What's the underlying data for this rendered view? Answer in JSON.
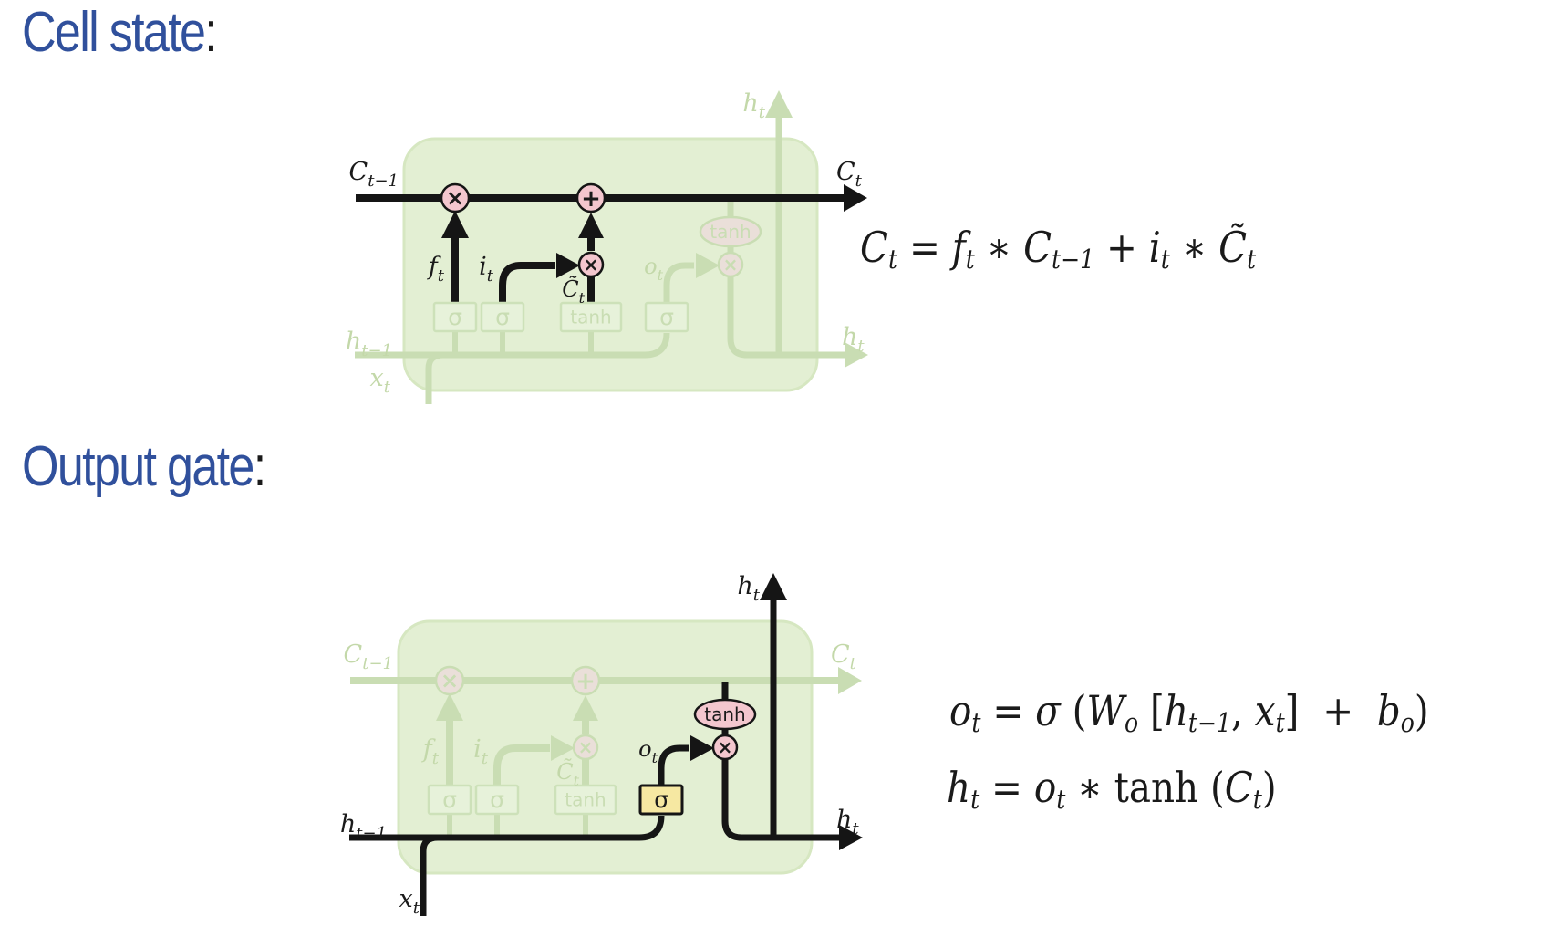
{
  "slide": {
    "sections": {
      "cell_state": {
        "heading_text": "Cell state",
        "heading_colon": ":",
        "equation": [
          {
            "t": "C",
            "sub": "t",
            "s": "it"
          },
          {
            "t": " = ",
            "s": "up"
          },
          {
            "t": "f",
            "sub": "t",
            "s": "it"
          },
          {
            "t": " ∗ ",
            "s": "up"
          },
          {
            "t": "C",
            "sub": "t−1",
            "s": "it"
          },
          {
            "t": " + ",
            "s": "up"
          },
          {
            "t": "i",
            "sub": "t",
            "s": "it"
          },
          {
            "t": " ∗ ",
            "s": "up"
          },
          {
            "t": "C̃",
            "sub": "t",
            "s": "it"
          }
        ]
      },
      "output_gate": {
        "heading_text": "Output gate",
        "heading_colon": ":",
        "equation_1": [
          {
            "t": "o",
            "sub": "t",
            "s": "it"
          },
          {
            "t": " = ",
            "s": "up"
          },
          {
            "t": "σ",
            "s": "it"
          },
          {
            "t": " (",
            "s": "up"
          },
          {
            "t": "W",
            "sub": "o",
            "s": "it"
          },
          {
            "t": " [",
            "s": "up"
          },
          {
            "t": "h",
            "sub": "t−1",
            "s": "it"
          },
          {
            "t": ", ",
            "s": "up"
          },
          {
            "t": "x",
            "sub": "t",
            "s": "it"
          },
          {
            "t": "]  +  ",
            "s": "up"
          },
          {
            "t": "b",
            "sub": "o",
            "s": "it"
          },
          {
            "t": ")",
            "s": "up"
          }
        ],
        "equation_2": [
          {
            "t": "h",
            "sub": "t",
            "s": "it"
          },
          {
            "t": " = ",
            "s": "up"
          },
          {
            "t": "o",
            "sub": "t",
            "s": "it"
          },
          {
            "t": " ∗ ",
            "s": "up"
          },
          {
            "t": "tanh",
            "s": "up"
          },
          {
            "t": " (",
            "s": "up"
          },
          {
            "t": "C",
            "sub": "t",
            "s": "it"
          },
          {
            "t": ")",
            "s": "up"
          }
        ]
      }
    }
  },
  "diagram_labels": {
    "C": "C",
    "C_tilde": "C̃",
    "h": "h",
    "x": "x",
    "f": "f",
    "i": "i",
    "o": "o",
    "sub_t": "t",
    "sub_t_minus_1": "t−1",
    "sigma": "σ",
    "tanh": "tanh",
    "times": "×",
    "plus": "+"
  },
  "colors": {
    "heading_blue": "#30509c",
    "text_black": "#1a1a1a",
    "line_black": "#151515",
    "cell_fill": "#e3efd3",
    "cell_border": "#d6e7c1",
    "faded_stroke": "#c9ddb3",
    "faded_text": "#c3d8a9",
    "box_fill": "#e7f2da",
    "box_stroke": "#cde1b9",
    "pink_fill": "#f3c6ce",
    "pink_faded": "#eadfd9",
    "yellow_fill": "#f6e8a2"
  }
}
